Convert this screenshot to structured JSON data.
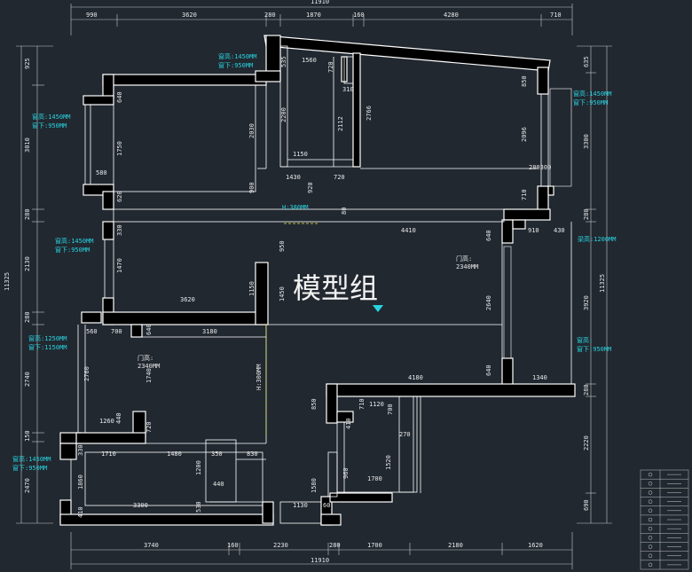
{
  "watermark": "模型组",
  "dims": {
    "top_total": "11910",
    "top": [
      "990",
      "3620",
      "280",
      "1870",
      "160",
      "4280",
      "710"
    ],
    "bottom_segments": [
      "3740",
      "160",
      "2230",
      "280",
      "1700",
      "2180",
      "1620"
    ],
    "bottom_total": "11910",
    "left_total": "11325",
    "left": [
      "925",
      "3010",
      "280",
      "2130",
      "280",
      "2740",
      "150",
      "2470"
    ],
    "right_total": "11325",
    "right": [
      "635",
      "3300",
      "280",
      "3920",
      "280",
      "2220",
      "690"
    ],
    "interior": [
      "1560",
      "720",
      "535",
      "310",
      "2200",
      "2030",
      "2112",
      "2766",
      "2096",
      "850",
      "640",
      "1750",
      "580",
      "620",
      "1150",
      "1430",
      "720",
      "900",
      "920",
      "80",
      "280300",
      "710",
      "430",
      "910",
      "4410",
      "640",
      "330",
      "1470",
      "3620",
      "1150",
      "1450",
      "950",
      "2640",
      "560",
      "700",
      "640",
      "3180",
      "2760",
      "1740",
      "4180",
      "640",
      "1340",
      "850",
      "1120",
      "710",
      "700",
      "410",
      "270",
      "1260",
      "440",
      "720",
      "330",
      "1710",
      "1480",
      "350",
      "830",
      "1520",
      "1860",
      "1200",
      "440",
      "1700",
      "960",
      "1580",
      "410",
      "3300",
      "530",
      "1130",
      "60"
    ]
  },
  "labels": {
    "win_a": [
      "窗高:1450MM",
      "窗下:950MM"
    ],
    "win_b": [
      "窗高:1450MM",
      "窗下:950MM"
    ],
    "win_c": [
      "窗高:1450MM",
      "窗下:950MM"
    ],
    "win_d": [
      "窗高:1450MM",
      "窗下:950MM"
    ],
    "win_e": [
      "窗高:1250MM",
      "窗下:1150MM"
    ],
    "win_f": [
      "窗高:1450MM",
      "窗下:950MM"
    ],
    "win_g": [
      "窗高:",
      "窗下:950MM"
    ],
    "door_a": [
      "门高:",
      "2340MM"
    ],
    "door_b": [
      "门高:",
      "2340MM"
    ],
    "beam": "梁高:1200MM",
    "beam2": "H:380MM",
    "beam3": "H:300MM"
  },
  "legend_rows": 11
}
